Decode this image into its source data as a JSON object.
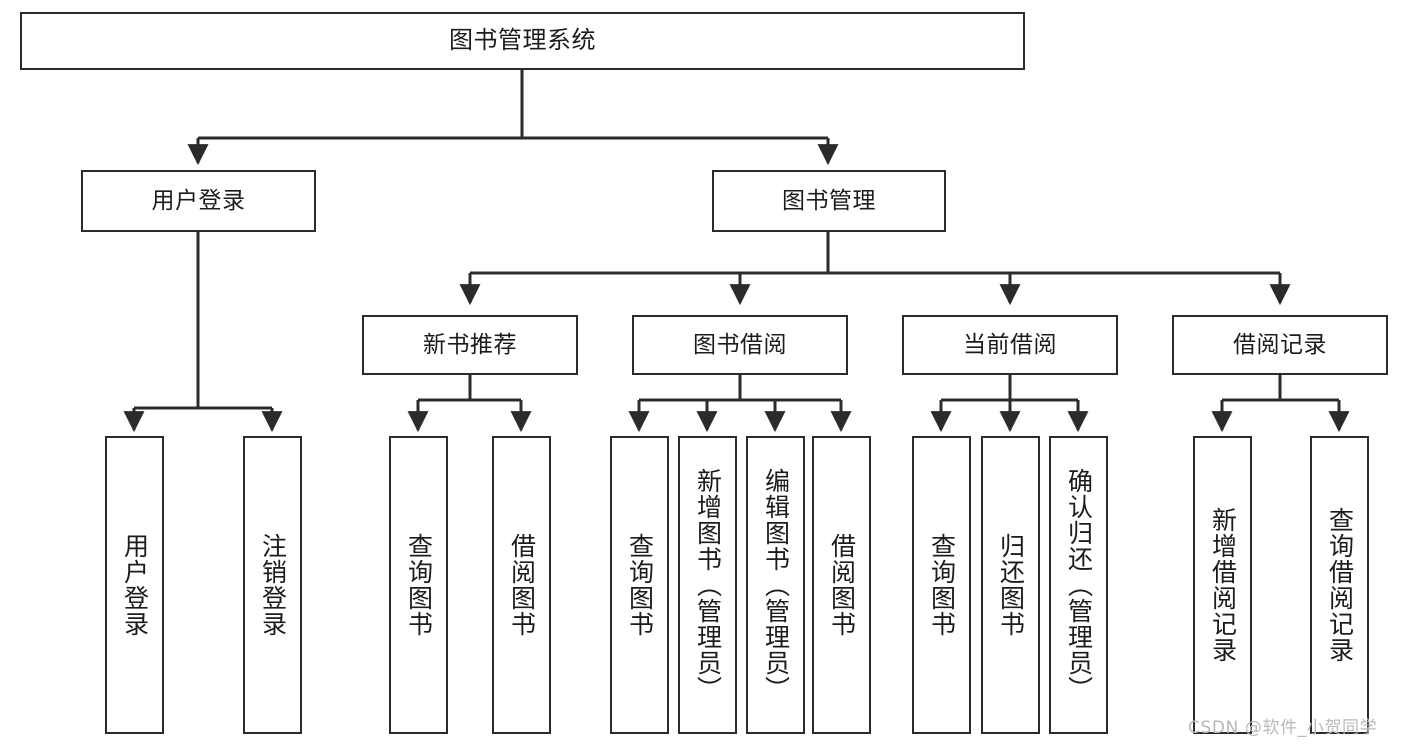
{
  "diagram": {
    "title": "图书管理系统",
    "watermark": "CSDN @软件_小贺同学",
    "colors": {
      "box_border": "#2b2b2b",
      "box_fill": "#ffffff",
      "connector": "#2b2b2b",
      "background": "#ffffff",
      "watermark": "#b9b9b9"
    },
    "levels": {
      "root": "图书管理系统",
      "level2": [
        "用户登录",
        "图书管理"
      ],
      "level3": [
        "新书推荐",
        "图书借阅",
        "当前借阅",
        "借阅记录"
      ]
    },
    "nodes": {
      "root": {
        "label": "图书管理系统"
      },
      "user_login": {
        "label": "用户登录"
      },
      "book_manage": {
        "label": "图书管理"
      },
      "new_book_rec": {
        "label": "新书推荐"
      },
      "book_borrow": {
        "label": "图书借阅"
      },
      "current_borrow": {
        "label": "当前借阅"
      },
      "borrow_record": {
        "label": "借阅记录"
      },
      "leaf_user_login": {
        "label": "用户登录"
      },
      "leaf_logout_login": {
        "label": "注销登录"
      },
      "leaf_query_book_1": {
        "label": "查询图书"
      },
      "leaf_borrow_book_1": {
        "label": "借阅图书"
      },
      "leaf_query_book_2": {
        "label": "查询图书"
      },
      "leaf_add_book_admin": {
        "label": "新增图书（管理员）"
      },
      "leaf_edit_book_admin": {
        "label": "编辑图书（管理员）"
      },
      "leaf_borrow_book_2": {
        "label": "借阅图书"
      },
      "leaf_query_book_3": {
        "label": "查询图书"
      },
      "leaf_return_book": {
        "label": "归还图书"
      },
      "leaf_confirm_return_admin": {
        "label": "确认归还（管理员）"
      },
      "leaf_add_borrow_record": {
        "label": "新增借阅记录"
      },
      "leaf_query_borrow_record": {
        "label": "查询借阅记录"
      }
    },
    "tree": {
      "图书管理系统": {
        "用户登录": [
          "用户登录",
          "注销登录"
        ],
        "图书管理": {
          "新书推荐": [
            "查询图书",
            "借阅图书"
          ],
          "图书借阅": [
            "查询图书",
            "新增图书（管理员）",
            "编辑图书（管理员）",
            "借阅图书"
          ],
          "当前借阅": [
            "查询图书",
            "归还图书",
            "确认归还（管理员）"
          ],
          "借阅记录": [
            "新增借阅记录",
            "查询借阅记录"
          ]
        }
      }
    }
  }
}
